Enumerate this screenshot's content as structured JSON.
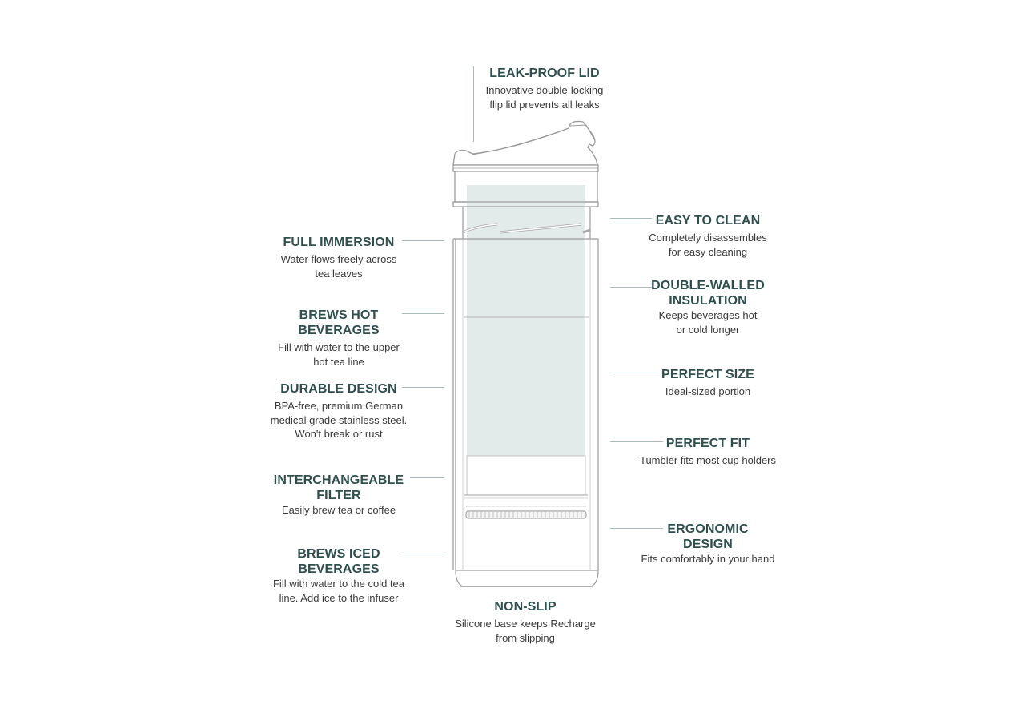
{
  "diagram": {
    "subject": "Tea infuser tumbler",
    "colors": {
      "heading": "#2f4f4f",
      "body_text": "#3a3a3a",
      "leader_line": "#a9bcbc",
      "outline": "#9a9a9a",
      "infuser_fill": "#e3eaea"
    },
    "callouts": {
      "leak_proof_lid": {
        "title": "LEAK-PROOF LID",
        "desc_lines": [
          "Innovative double-locking",
          "flip lid prevents all leaks"
        ]
      },
      "full_immersion": {
        "title": "FULL IMMERSION",
        "desc_lines": [
          "Water flows freely across",
          "tea leaves"
        ]
      },
      "brews_hot": {
        "title_lines": [
          "BREWS HOT",
          "BEVERAGES"
        ],
        "desc_lines": [
          "Fill with water to the upper",
          "hot tea line"
        ]
      },
      "durable_design": {
        "title": "DURABLE DESIGN",
        "desc_lines": [
          "BPA-free, premium German",
          "medical grade stainless steel.",
          "Won't break or rust"
        ]
      },
      "interchangeable_filter": {
        "title_lines": [
          "INTERCHANGEABLE",
          "FILTER"
        ],
        "desc_lines": [
          "Easily brew tea or coffee"
        ]
      },
      "brews_iced": {
        "title_lines": [
          "BREWS ICED",
          "BEVERAGES"
        ],
        "desc_lines": [
          "Fill with water to the cold tea",
          "line. Add ice to the infuser"
        ]
      },
      "easy_to_clean": {
        "title": "EASY TO CLEAN",
        "desc_lines": [
          "Completely disassembles",
          "for easy cleaning"
        ]
      },
      "double_walled": {
        "title_lines": [
          "DOUBLE-WALLED",
          "INSULATION"
        ],
        "desc_lines": [
          "Keeps beverages hot",
          "or cold longer"
        ]
      },
      "perfect_size": {
        "title": "PERFECT SIZE",
        "desc_lines": [
          "Ideal-sized portion"
        ]
      },
      "perfect_fit": {
        "title": "PERFECT FIT",
        "desc_lines": [
          "Tumbler fits most cup holders"
        ]
      },
      "ergonomic_design": {
        "title_lines": [
          "ERGONOMIC",
          "DESIGN"
        ],
        "desc_lines": [
          "Fits comfortably in your hand"
        ]
      },
      "non_slip": {
        "title": "NON-SLIP",
        "desc_lines": [
          "Silicone base keeps Recharge",
          "from slipping"
        ]
      }
    }
  }
}
